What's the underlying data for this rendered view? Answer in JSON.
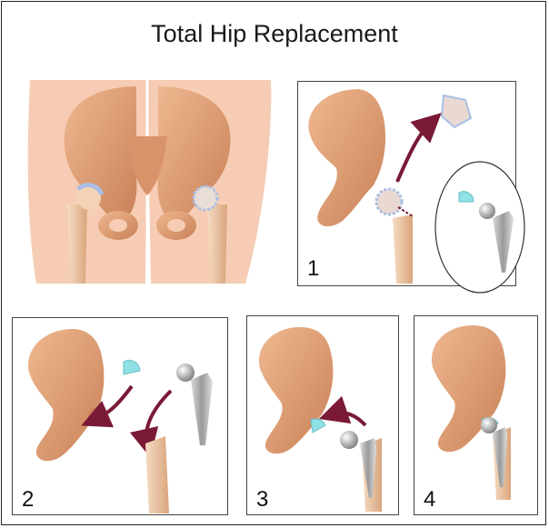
{
  "title": "Total Hip Replacement",
  "steps": [
    {
      "label": "1"
    },
    {
      "label": "2"
    },
    {
      "label": "3"
    },
    {
      "label": "4"
    }
  ],
  "colors": {
    "skin": "#f6cdb4",
    "bone": "#e3a57c",
    "bone_dark": "#c98158",
    "femur": "#f0c9a4",
    "cartilage": "#a9bfe6",
    "cup": "#8fe1e6",
    "metal": "#a8a8a8",
    "arrow": "#7a1a36"
  }
}
